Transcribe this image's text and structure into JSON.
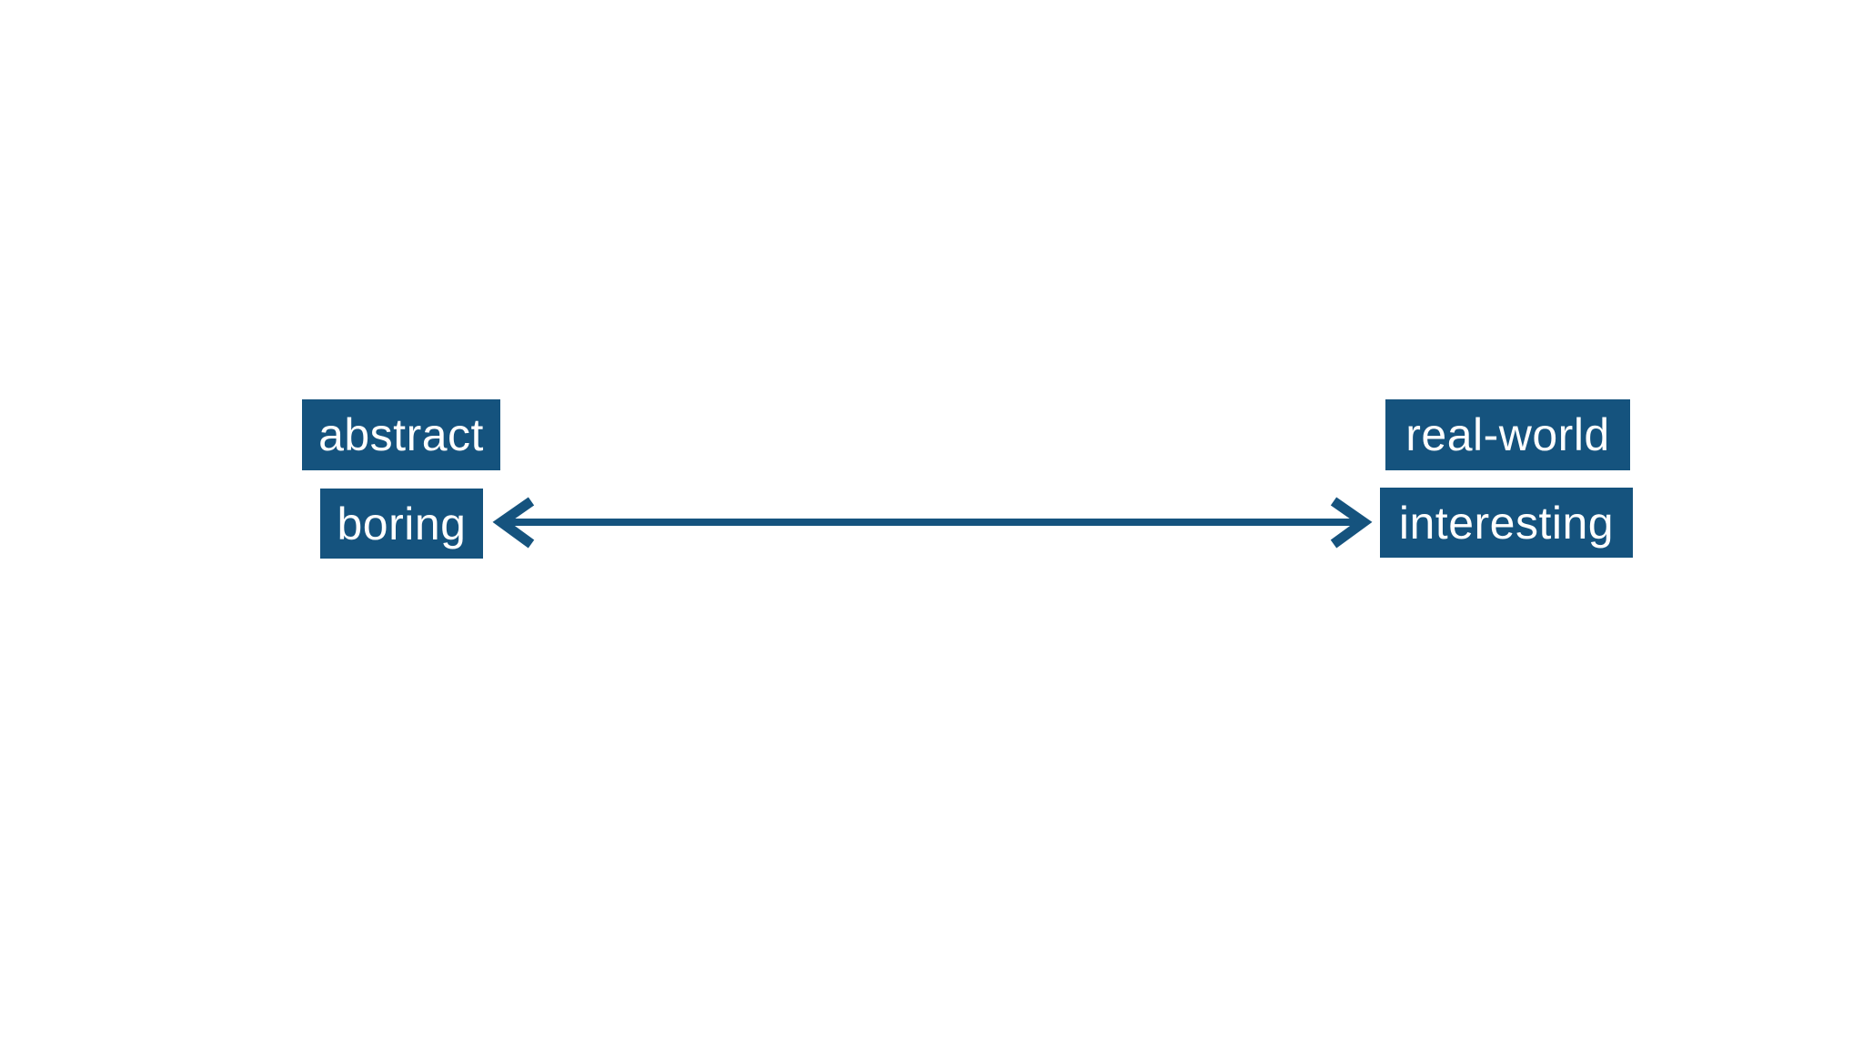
{
  "colors": {
    "box_fill": "#15537E",
    "box_text": "#FFFFFF",
    "arrow": "#15537E",
    "canvas_bg": "#FFFFFF"
  },
  "diagram": {
    "left_column": {
      "top_label": "abstract",
      "bottom_label": "boring"
    },
    "right_column": {
      "top_label": "real-world",
      "bottom_label": "interesting"
    },
    "axis": {
      "type": "double-headed-arrow",
      "from_label": "boring",
      "to_label": "interesting"
    }
  }
}
